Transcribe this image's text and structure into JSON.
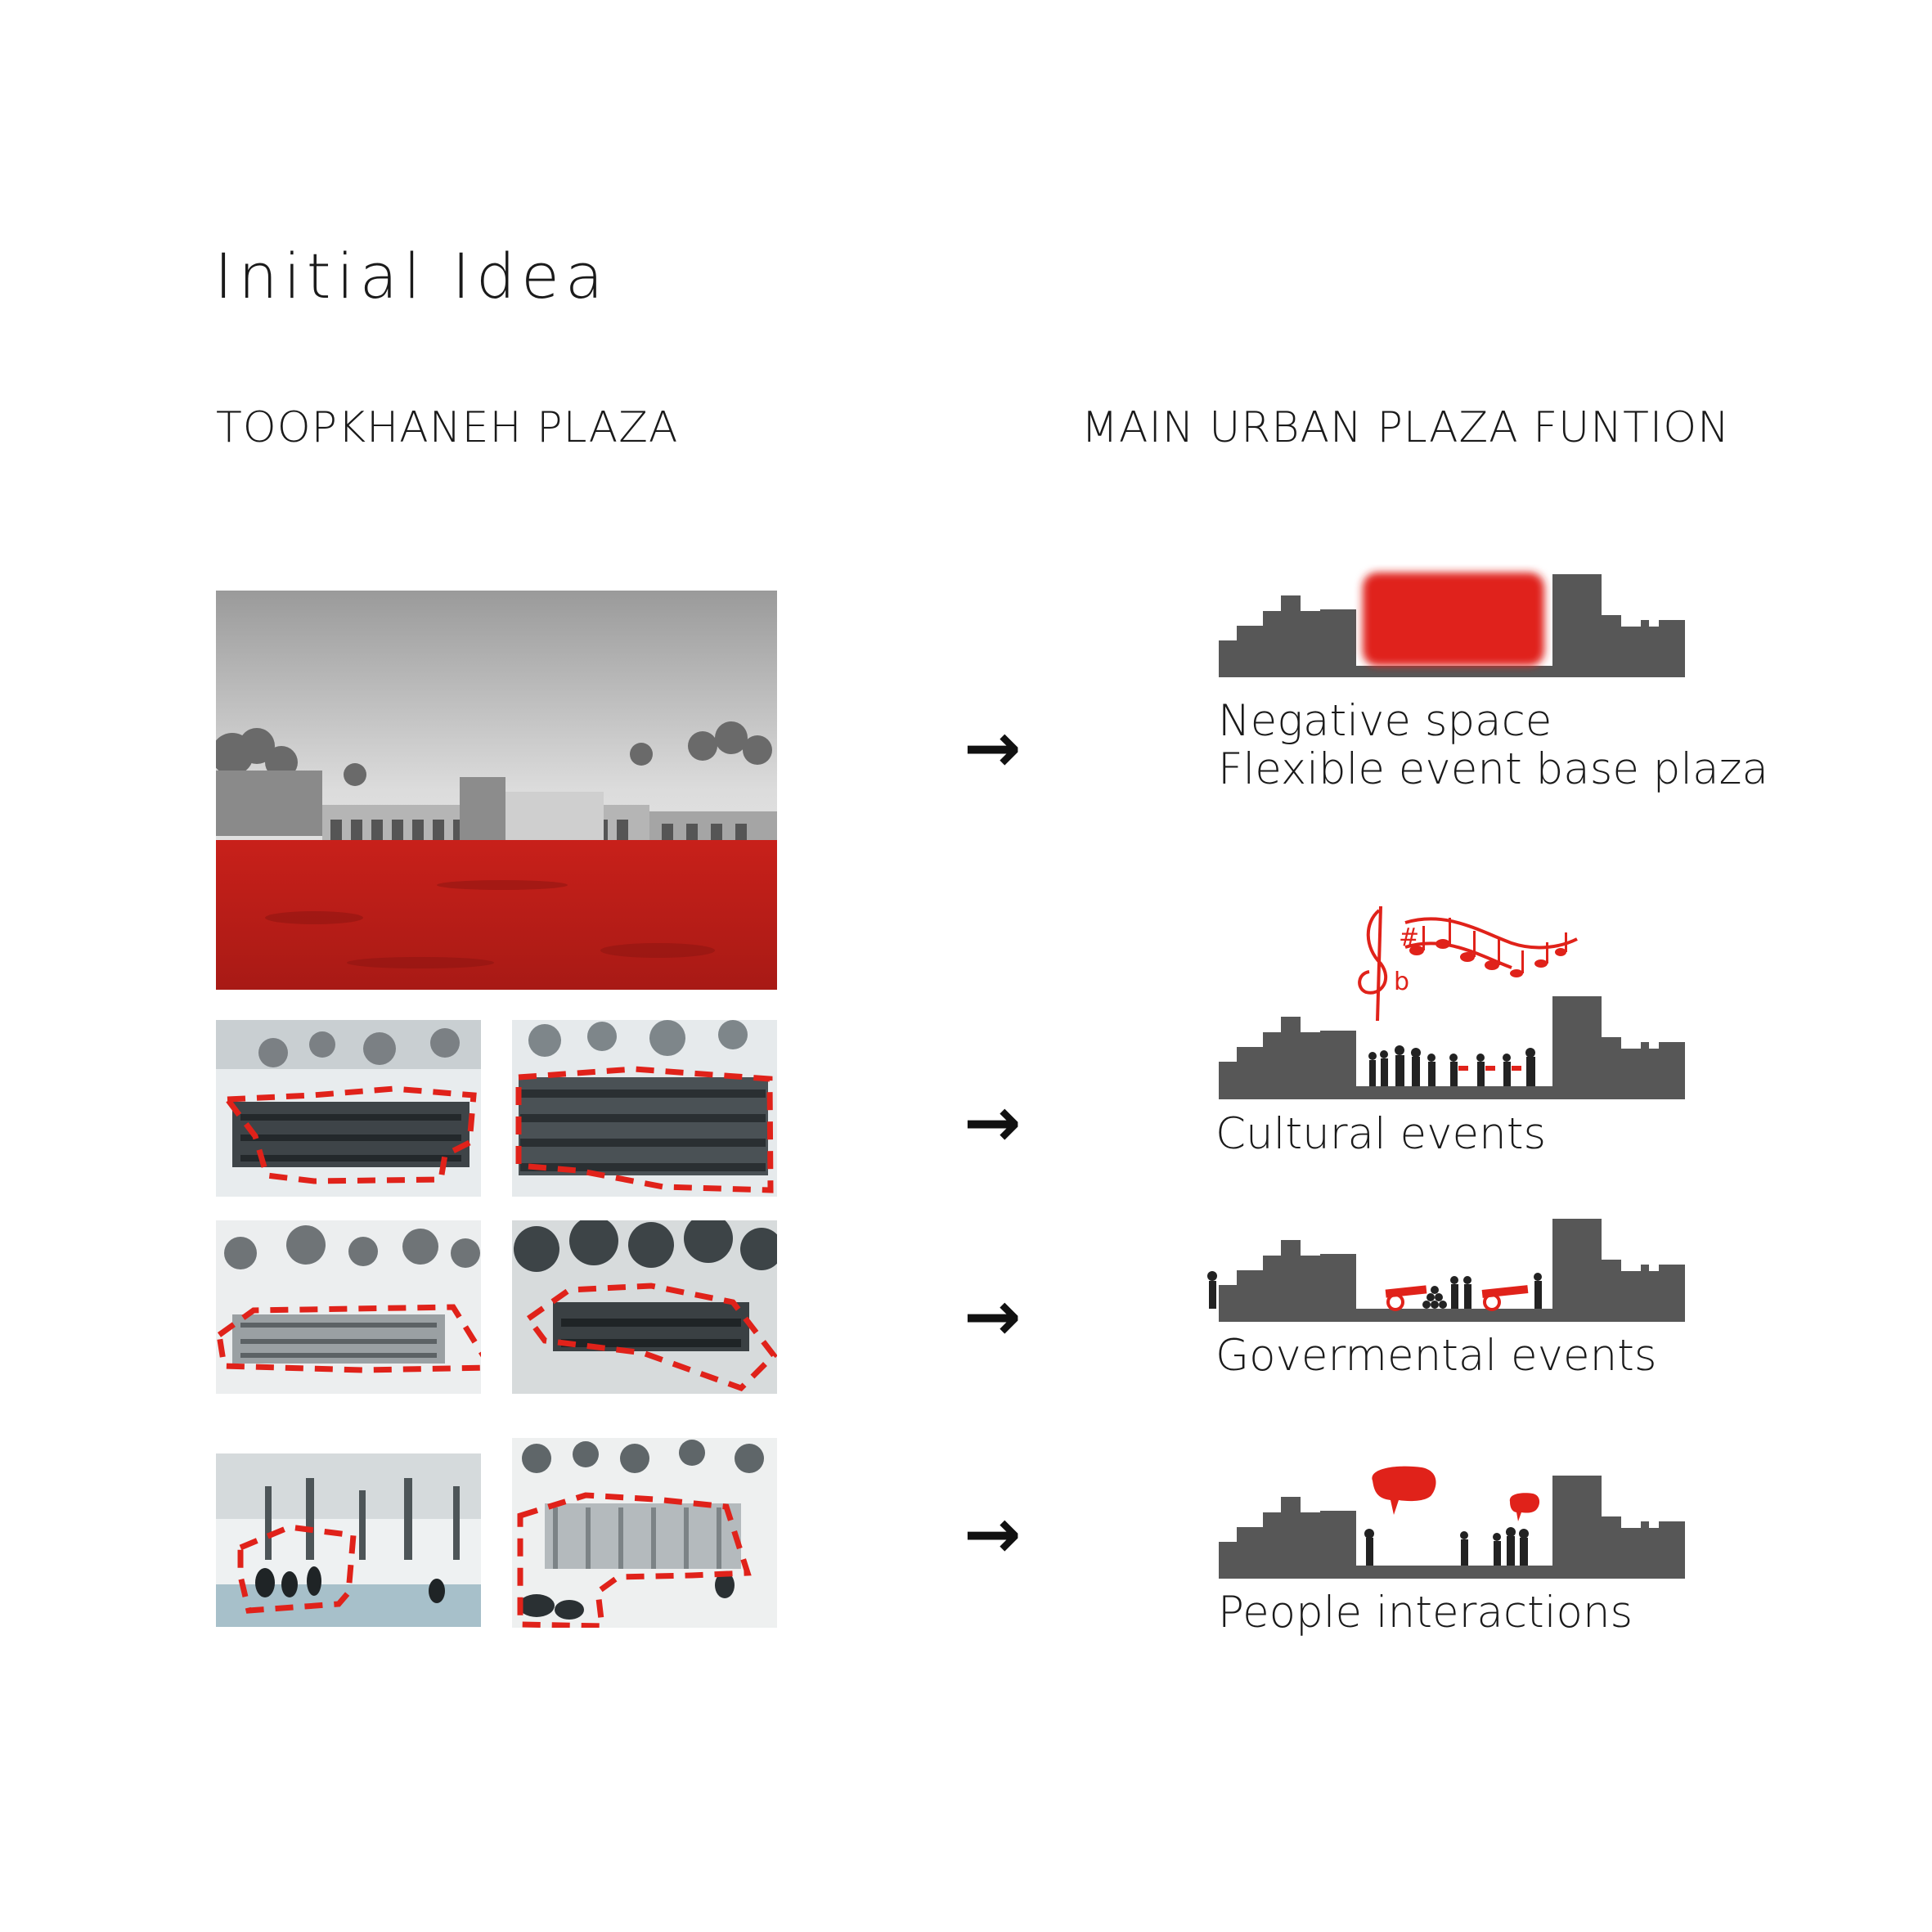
{
  "title": "Initial Idea",
  "left_heading": "TOOPKHANEH PLAZA",
  "right_heading": "MAIN URBAN PLAZA FUNTION",
  "arrow_glyph": "→",
  "colors": {
    "accent": "#e0221a",
    "building": "#575757",
    "text": "#1a1a1a"
  },
  "rows": [
    {
      "captions": [
        "Negative space",
        "Flexible event base plaza"
      ]
    },
    {
      "captions": [
        "Cultural events"
      ]
    },
    {
      "captions": [
        "Govermental events"
      ]
    },
    {
      "captions": [
        "People interactions"
      ]
    }
  ]
}
